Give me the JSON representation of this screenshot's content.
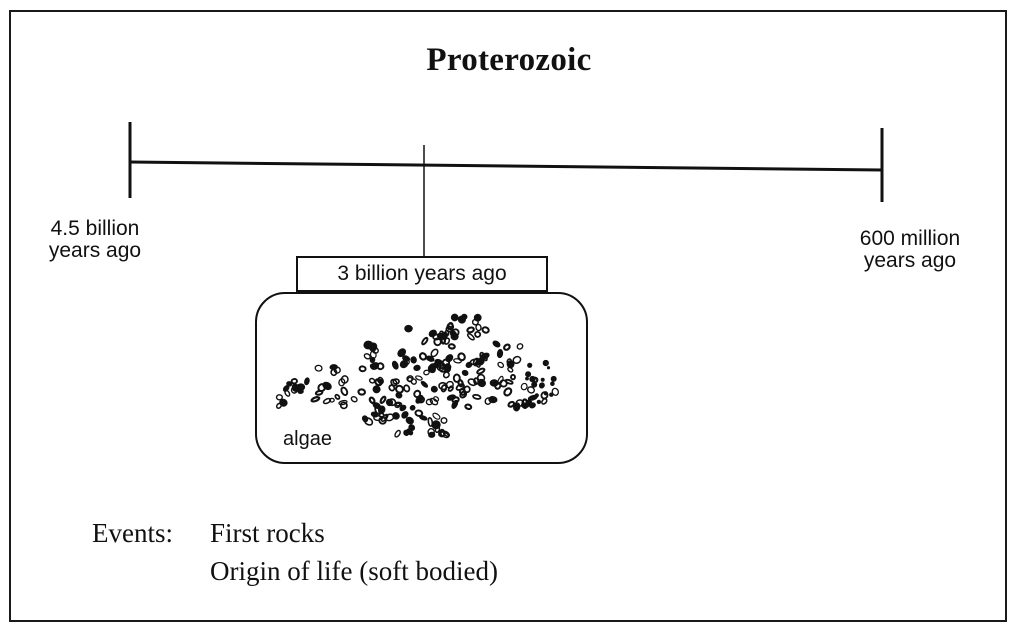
{
  "title": "Proterozoic",
  "timeline": {
    "start_label": [
      "4.5 billion",
      "years ago"
    ],
    "end_label": [
      "600 million",
      "years ago"
    ]
  },
  "fossil": {
    "date_label": "3 billion years ago",
    "caption": "algae"
  },
  "events": {
    "heading": "Events:",
    "items": [
      "First rocks",
      "Origin of life (soft bodied)"
    ]
  },
  "colors": {
    "ink": "#111111",
    "background": "#ffffff"
  }
}
